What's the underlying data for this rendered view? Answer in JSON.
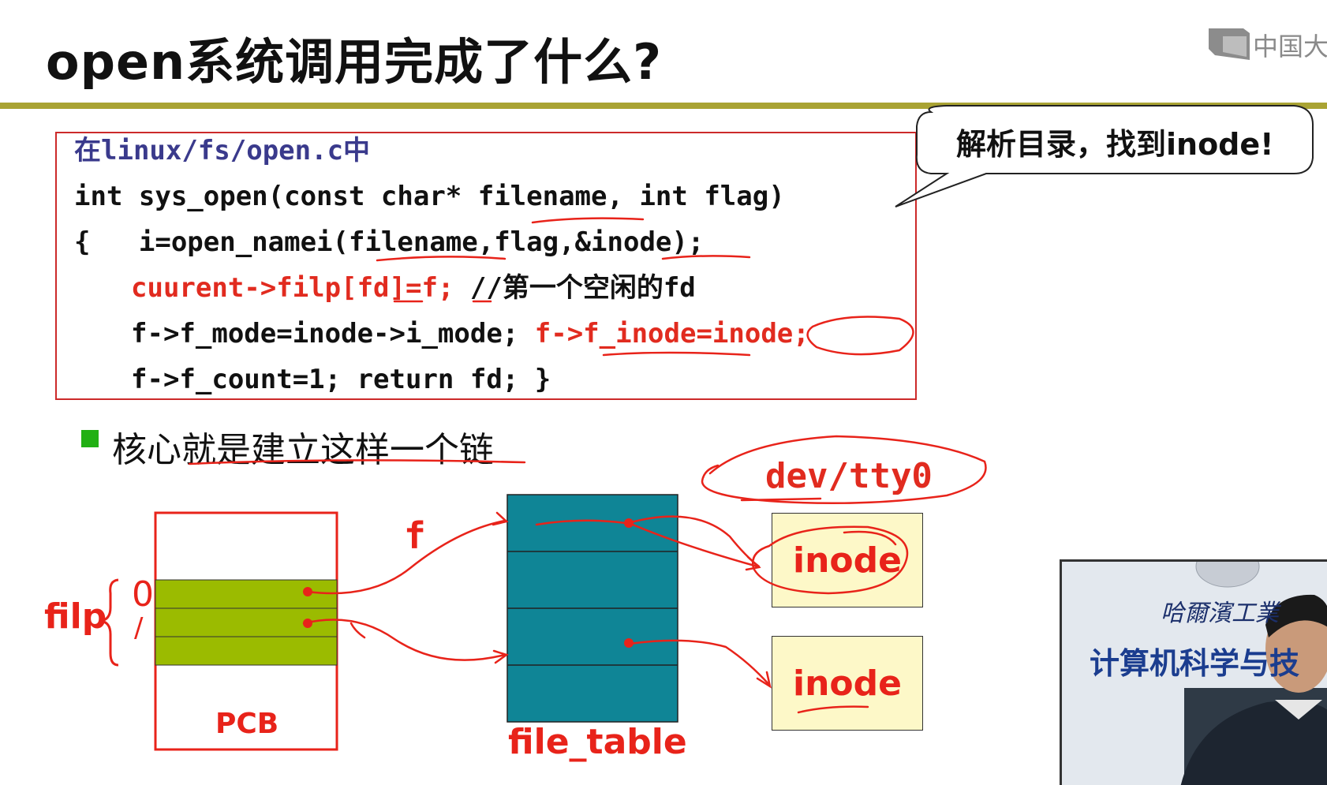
{
  "slide": {
    "title": "open系统调用完成了什么?",
    "logo_text": "中国大",
    "code": {
      "path_line": "在linux/fs/open.c中",
      "line1": "int sys_open(const char* filename, int flag)",
      "line2": "{   i=open_namei(filename,flag,&inode);",
      "line3_red": "cuurent->filp[fd]=f;",
      "line3_comment": " //第一个空闲的fd",
      "line4_black": "f->f_mode=inode->i_mode;",
      "line4_red": "f->f_inode=inode;",
      "line5": "f->f_count=1; return fd; }"
    },
    "callout": "解析目录，找到inode!",
    "bullet": "核心就是建立这样一个链",
    "diagram": {
      "filp_label": "filp",
      "index_0": "0",
      "index_1": "/",
      "pcb_label": "PCB",
      "f_label": "f",
      "file_table_label": "file_table",
      "dev_label": "dev/tty0",
      "inode_top": "inode",
      "inode_bottom": "inode"
    },
    "video": {
      "line1": "哈爾濱工業",
      "line2": "计算机科学与技"
    }
  },
  "colors": {
    "title_rule": "#a9a333",
    "pcb_green": "#9bbb00",
    "file_table_teal": "#0f8596",
    "inode_fill": "#fdf8c8",
    "annotation_red": "#e8231a"
  }
}
